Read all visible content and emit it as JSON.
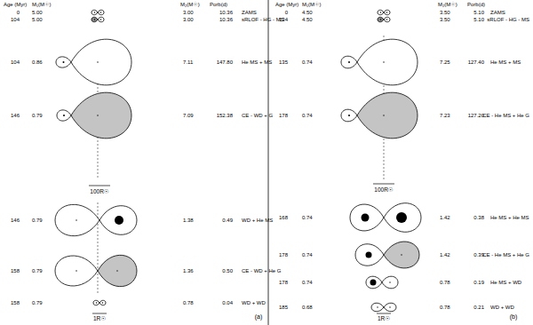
{
  "diagram": {
    "labels": [
      "Age (Myr)",
      "M₁(M☉)",
      "M₂(M☉)",
      "Porb(d)",
      "0",
      "5.00",
      "3.00",
      "10.36",
      "ZAMS",
      "104",
      "5.00",
      "3.00",
      "10.36",
      "sRLOF - HG - MS",
      "104",
      "0.86",
      "7.11",
      "147.80",
      "He MS + MS",
      "146",
      "0.79",
      "7.09",
      "152.38",
      "CE - WD + G",
      "146",
      "0.79",
      "1.38",
      "0.49",
      "WD + He MS",
      "158",
      "0.79",
      "1.36",
      "0.50",
      "CE - WD + He G",
      "158",
      "0.79",
      "0.78",
      "0.04",
      "WD + WD",
      "100R☉",
      "1R☉",
      "(a)",
      "Age (Myr)",
      "M₁(M☉)",
      "M₂(M☉)",
      "Porb(d)",
      "0",
      "4.50",
      "3.50",
      "5.10",
      "ZAMS",
      "134",
      "4.50",
      "3.50",
      "5.10",
      "sRLOF - HG - MS",
      "135",
      "0.74",
      "7.25",
      "127.40",
      "He MS + MS",
      "178",
      "0.74",
      "7.23",
      "127.20",
      "CE - He MS + He G",
      "168",
      "0.74",
      "1.42",
      "0.38",
      "He MS + He MS",
      "178",
      "0.74",
      "1.42",
      "0.39",
      "CE - He MS + He G",
      "178",
      "0.74",
      "0.78",
      "0.19",
      "He MS + WD",
      "185",
      "0.68",
      "0.78",
      "0.21",
      "WD + WD",
      "100R☉",
      "1R☉",
      "(b)"
    ]
  }
}
